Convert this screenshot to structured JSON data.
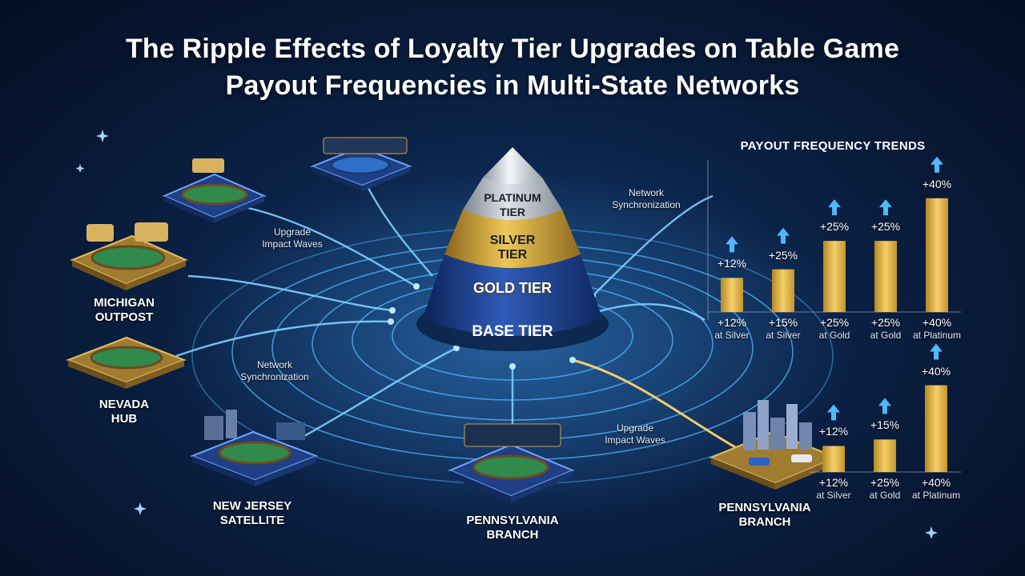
{
  "title": {
    "line1": "The Ripple Effects of Loyalty Tier Upgrades on Table Game",
    "line2": "Payout Frequencies in Multi-State Networks"
  },
  "pyramid": {
    "tiers": [
      {
        "line1": "PLATINUM",
        "line2": "TIER",
        "color": "#d9dde3"
      },
      {
        "line1": "SILVER",
        "line2": "TIER",
        "color": "#b9c0ca"
      },
      {
        "line1": "GOLD TIER",
        "line2": "",
        "color": "#c99a2e"
      },
      {
        "line1": "BASE TIER",
        "line2": "",
        "color": "#1c3f8a"
      }
    ]
  },
  "annotations": {
    "upgrade_top": {
      "line1": "Upgrade",
      "line2": "Impact Waves"
    },
    "sync_top": {
      "line1": "Network",
      "line2": "Synchronization"
    },
    "sync_left": {
      "line1": "Network",
      "line2": "Synchronization"
    },
    "upgrade_bottom": {
      "line1": "Upgrade",
      "line2": "Impact Waves"
    }
  },
  "locations": {
    "michigan": {
      "line1": "MICHIGAN",
      "line2": "OUTPOST"
    },
    "nevada": {
      "line1": "NEVADA",
      "line2": "HUB"
    },
    "new_jersey": {
      "line1": "NEW JERSEY",
      "line2": "SATELLITE"
    },
    "pennsylvania_center": {
      "line1": "PENNSYLVANIA",
      "line2": "BRANCH"
    },
    "pennsylvania_right": {
      "line1": "PENNSYLVANIA",
      "line2": "BRANCH"
    }
  },
  "colors": {
    "accent_blue": "#4fb8ff",
    "bar_gold": "#e6b94a",
    "table_green": "#2f8a4c",
    "platform_gold": "#b8923c"
  },
  "chart_data": [
    {
      "type": "bar",
      "title": "PAYOUT FREQUENCY TRENDS",
      "categories": [
        "at Silver",
        "at Silver",
        "at Gold",
        "at Gold",
        "at Platinum"
      ],
      "bottom_labels": [
        "+12%",
        "+15%",
        "+25%",
        "+25%",
        "+40%"
      ],
      "top_labels": [
        "+12%",
        "+25%",
        "+25%",
        "+25%",
        "+40%"
      ],
      "values": [
        12,
        15,
        25,
        25,
        40
      ],
      "ylim": [
        0,
        45
      ]
    },
    {
      "type": "bar",
      "title": "",
      "categories": [
        "at Silver",
        "at Gold",
        "at Platinum"
      ],
      "bottom_labels": [
        "+12%",
        "+25%",
        "+40%"
      ],
      "top_labels": [
        "+12%",
        "+15%",
        "+40%"
      ],
      "values": [
        12,
        15,
        40
      ],
      "ylim": [
        0,
        45
      ]
    }
  ]
}
